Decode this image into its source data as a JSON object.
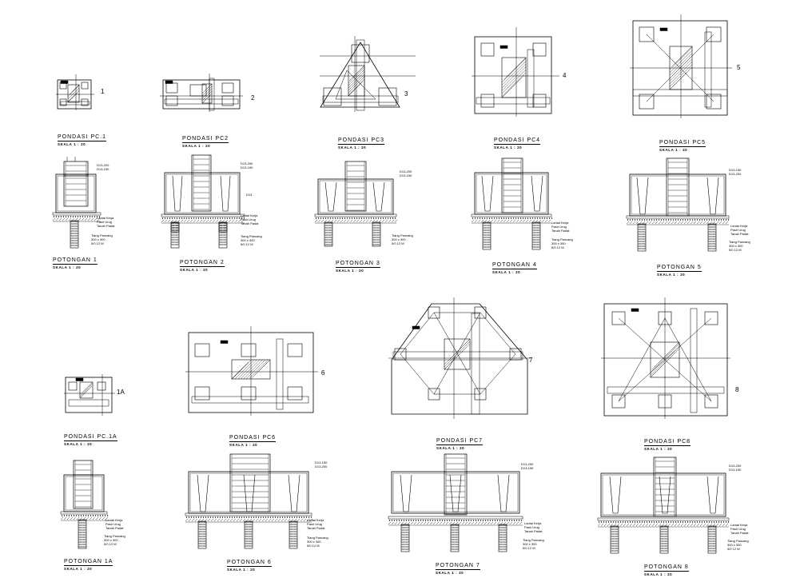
{
  "plans": [
    {
      "num": "1",
      "title": "PONDASI PC.1",
      "scale": "SKALA   1 : 20"
    },
    {
      "num": "2",
      "title": "PONDASI PC2",
      "scale": "SKALA   1 : 20"
    },
    {
      "num": "3",
      "title": "PONDASI PC3",
      "scale": "SKALA   1 : 20"
    },
    {
      "num": "4",
      "title": "PONDASI PC4",
      "scale": "SKALA   1 : 20"
    },
    {
      "num": "5",
      "title": "PONDASI PC5",
      "scale": "SKALA   1 : 20"
    },
    {
      "num": "1A",
      "title": "PONDASI PC.1A",
      "scale": "SKALA   1 : 20"
    },
    {
      "num": "6",
      "title": "PONDASI PC6",
      "scale": "SKALA   1 : 20"
    },
    {
      "num": "7",
      "title": "PONDASI PC7",
      "scale": "SKALA   1 : 20"
    },
    {
      "num": "8",
      "title": "PONDASI PC8",
      "scale": "SKALA   1 : 20"
    }
  ],
  "sections": [
    {
      "title": "POTONGAN 1",
      "scale": "SKALA   1 : 20"
    },
    {
      "title": "POTONGAN 2",
      "scale": "SKALA   1 : 20"
    },
    {
      "title": "POTONGAN 3",
      "scale": "SKALA   1 : 20"
    },
    {
      "title": "POTONGAN 4",
      "scale": "SKALA   1 : 20"
    },
    {
      "title": "POTONGAN 5",
      "scale": "SKALA   1 : 20"
    },
    {
      "title": "POTONGAN 1A",
      "scale": "SKALA   1 : 20"
    },
    {
      "title": "POTONGAN 6",
      "scale": "SKALA   1 : 20"
    },
    {
      "title": "POTONGAN 7",
      "scale": "SKALA   1 : 20"
    },
    {
      "title": "POTONGAN 8",
      "scale": "SKALA   1 : 20"
    }
  ],
  "callouts": {
    "lantai_kerja": "Lantai Kerja",
    "pasir_urug": "Pasir Urug",
    "tanah_padat": "Tanah Padat",
    "tiang_pancang": "Tiang Pancang",
    "tiang_size": "300 x 300",
    "tiang_len": "5/0 12 M",
    "d13_200": "D13-200",
    "d13_150": "D13-150",
    "d13": "D13"
  },
  "colors": {
    "line": "#000000",
    "paper": "#ffffff"
  }
}
